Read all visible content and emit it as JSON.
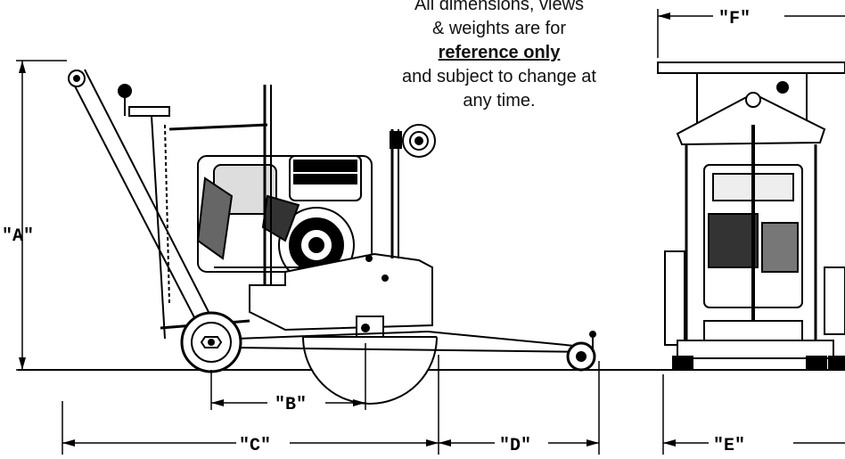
{
  "note": {
    "line1": "All dimensions, views",
    "line2": "& weights are for",
    "line3": "reference only",
    "line4": "and subject to change at",
    "line5": "any time."
  },
  "dimensions": {
    "A": "\"A\"",
    "B": "\"B\"",
    "C": "\"C\"",
    "D": "\"D\"",
    "E": "\"E\"",
    "F": "\"F\""
  }
}
